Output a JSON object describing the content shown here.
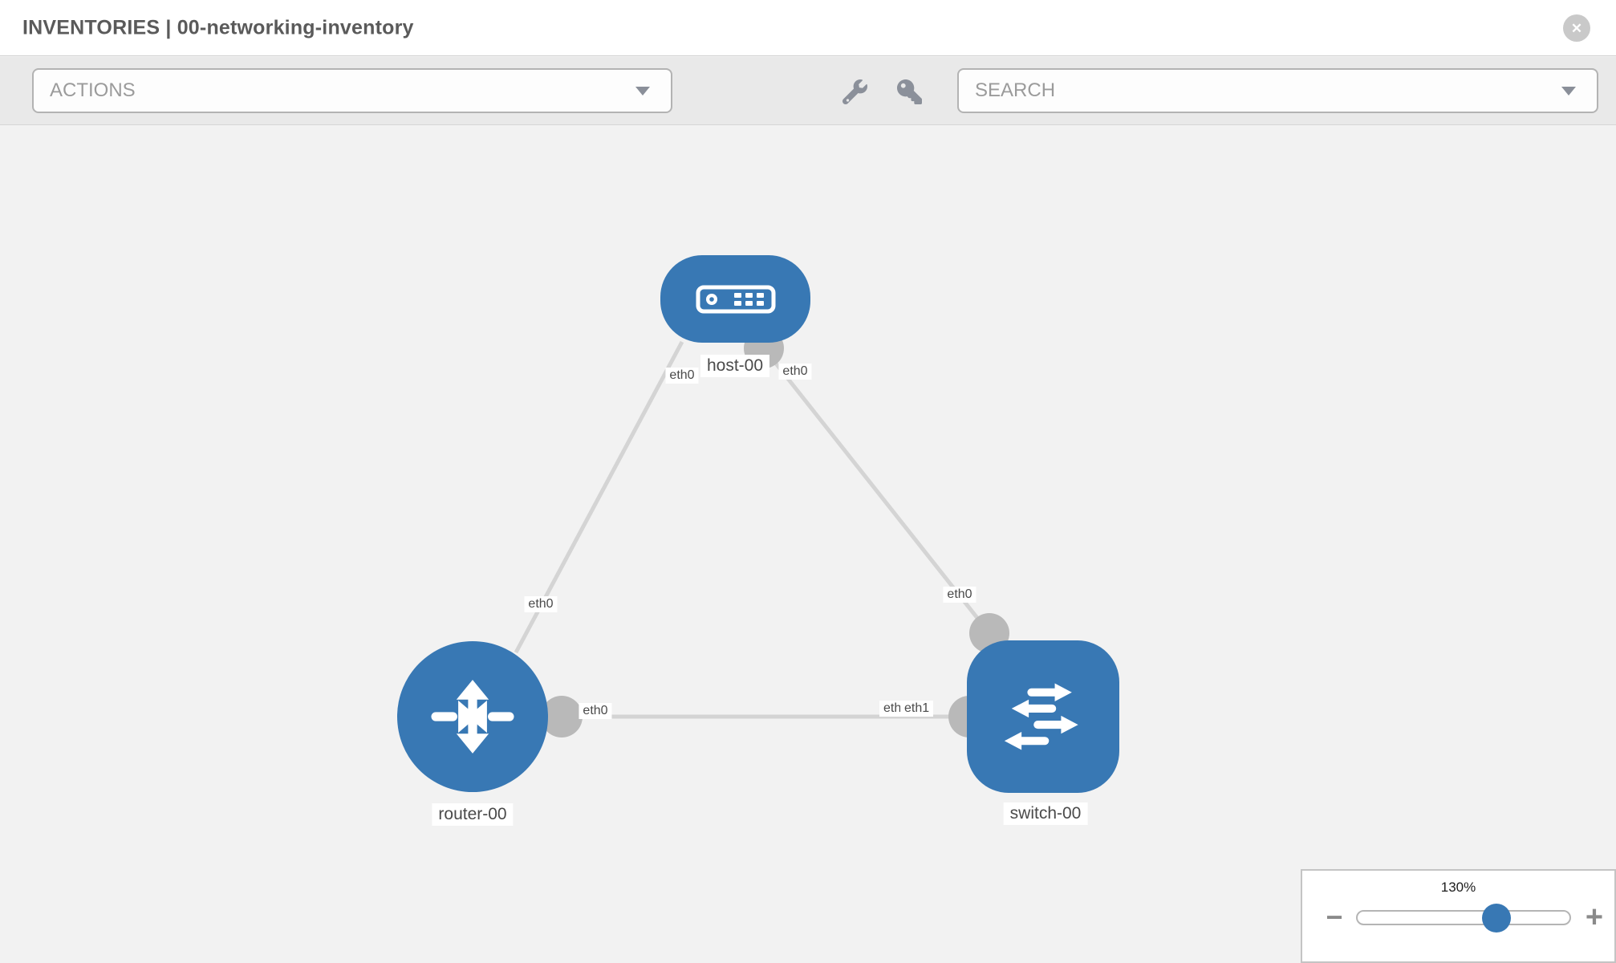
{
  "header": {
    "title": "INVENTORIES | 00-networking-inventory",
    "close_glyph": "✕"
  },
  "toolbar": {
    "actions_label": "ACTIONS",
    "search_label": "SEARCH"
  },
  "topology": {
    "nodes": [
      {
        "name": "host-00",
        "type": "host"
      },
      {
        "name": "router-00",
        "type": "router"
      },
      {
        "name": "switch-00",
        "type": "switch"
      }
    ],
    "links": [
      {
        "from": "host-00",
        "to": "router-00",
        "from_interface": "eth0",
        "to_interface": "eth0"
      },
      {
        "from": "host-00",
        "to": "switch-00",
        "from_interface": "eth0",
        "to_interface": "eth0"
      },
      {
        "from": "router-00",
        "to": "switch-00",
        "from_interface": "eth0",
        "to_interface": "eth1"
      }
    ],
    "interface_labels": {
      "host_end_to_router": "eth0",
      "host_end_to_switch": "eth0",
      "router_end_to_host": "eth0",
      "switch_end_to_host": "eth0",
      "router_end_to_switch": "eth0",
      "switch_end_to_router_under": "eth0",
      "switch_end_to_router": "eth1"
    }
  },
  "zoom_control": {
    "value": "130%",
    "minus_glyph": "−",
    "plus_glyph": "+"
  },
  "colors": {
    "node_blue": "#3878b4",
    "link_gray": "#d4d4d4",
    "interface_point_gray": "#b9b9b9",
    "toolbar_icon_gray": "#8b909a",
    "slider_handle_blue": "#3878b4"
  }
}
